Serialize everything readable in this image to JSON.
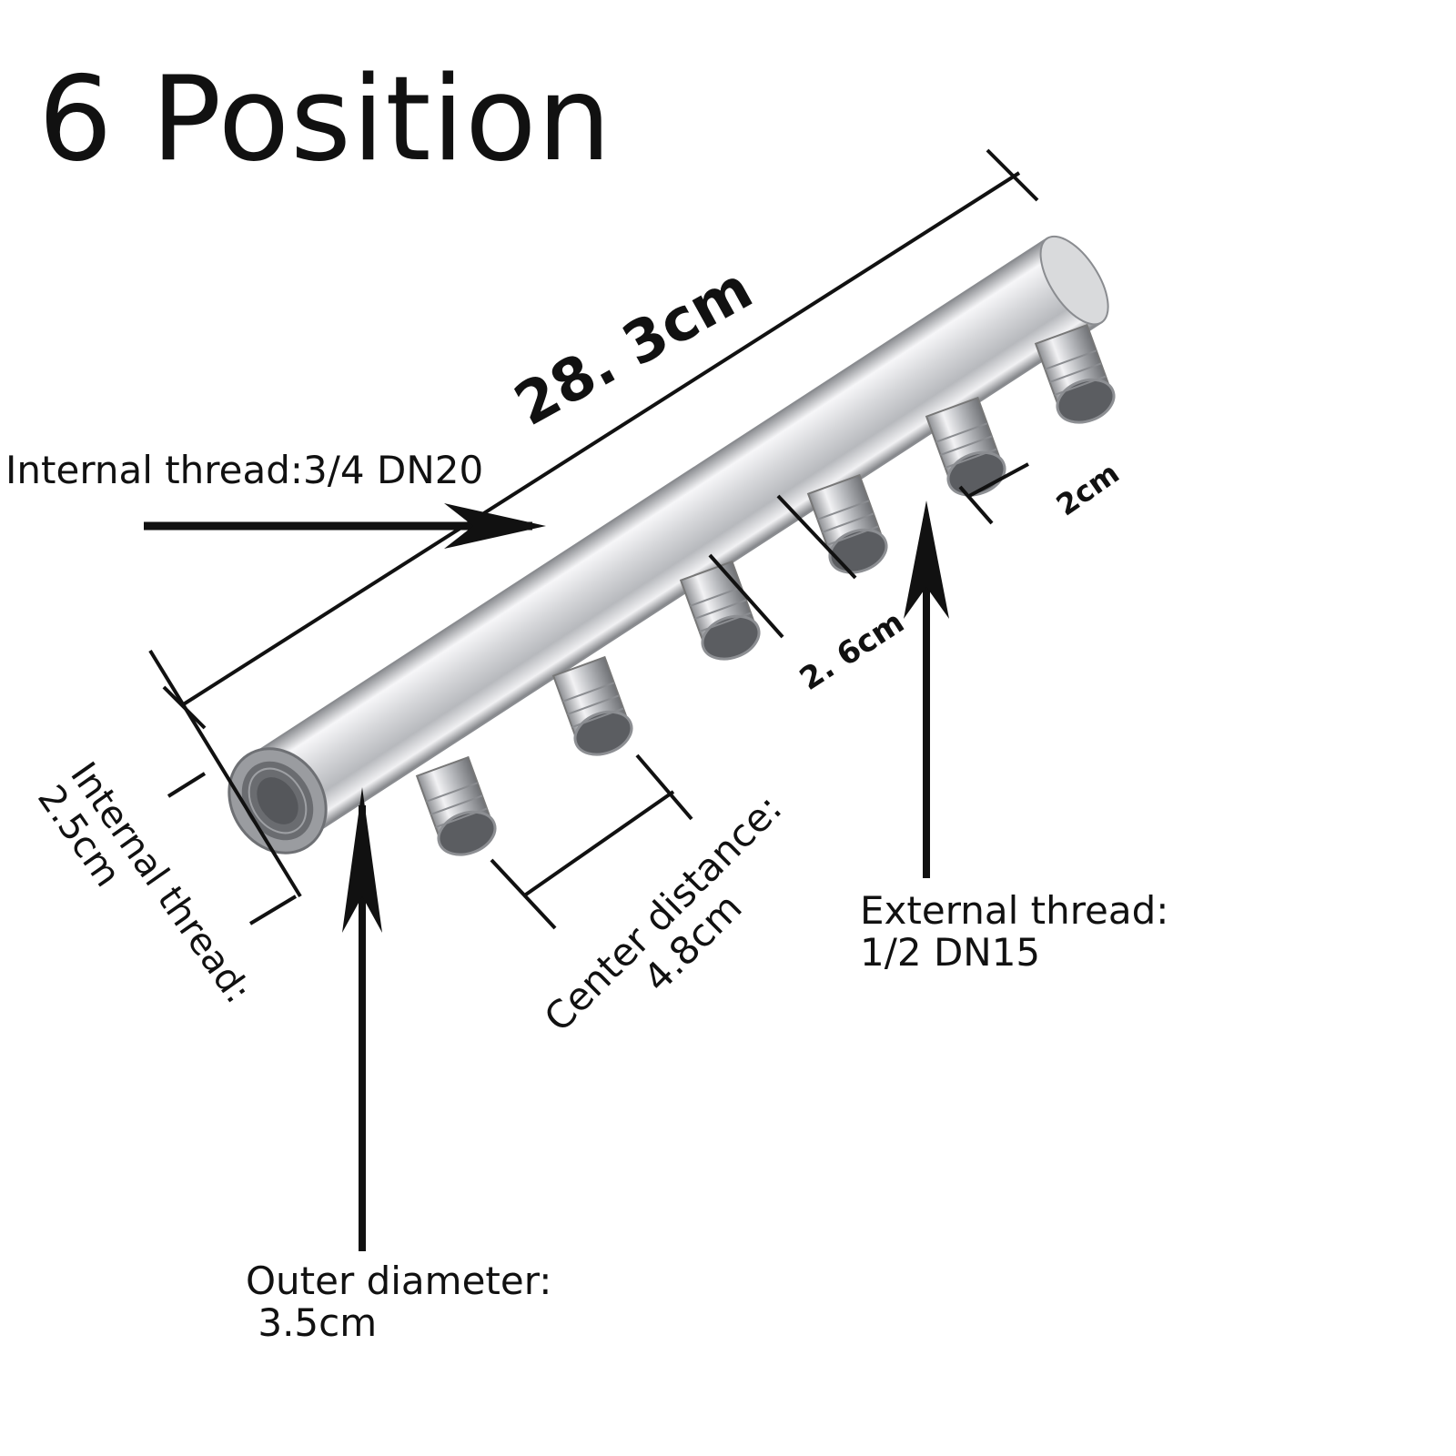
{
  "title": "6 Position",
  "labels": {
    "inlet_thread": "Internal thread:3/4 DN20",
    "length": "28. 3cm",
    "outlet_size": "2cm",
    "outlet_spacing": "2. 6cm",
    "inner_thread": {
      "line1": "Internal thread:",
      "line2": "2.5cm"
    },
    "center_distance": {
      "line1": "Center distance:",
      "line2": "4.8cm"
    },
    "outer_diameter": {
      "line1": "Outer diameter:",
      "line2": " 3.5cm"
    },
    "outlet_thread": {
      "line1": "External thread:",
      "line2": "1/2 DN15"
    }
  },
  "product": {
    "outlet_count": 6,
    "metal_color_light": "#f4f4f6",
    "metal_color_mid": "#c9cacd",
    "metal_color_dark": "#7d7f84"
  },
  "colors": {
    "ink": "#111111",
    "background": "#ffffff"
  }
}
